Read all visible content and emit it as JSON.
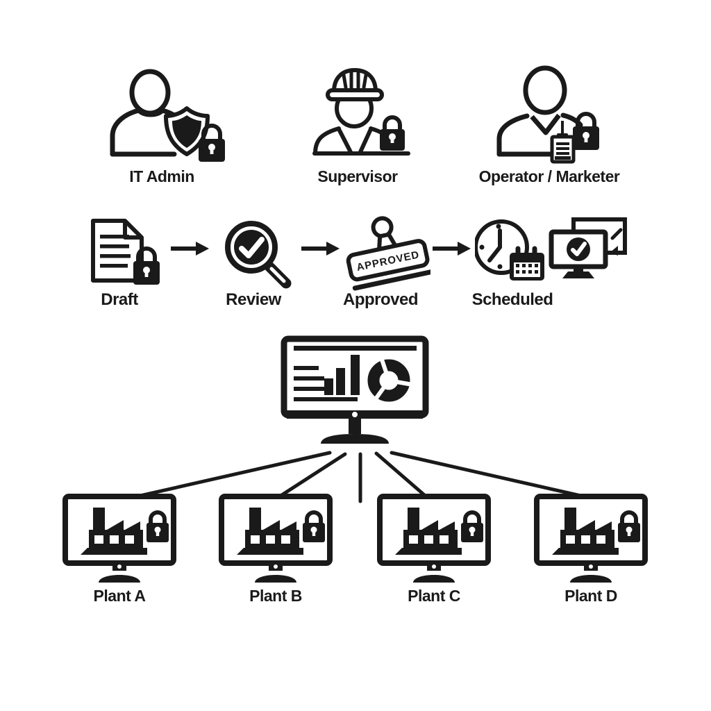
{
  "colors": {
    "ink": "#1a1a1a",
    "background": "#ffffff"
  },
  "roles": [
    {
      "label": "IT Admin",
      "icon": "user-shield-lock"
    },
    {
      "label": "Supervisor",
      "icon": "user-hardhat-lock"
    },
    {
      "label": "Operator / Marketer",
      "icon": "user-clipboard-lock"
    }
  ],
  "workflow": {
    "steps": [
      {
        "label": "Draft",
        "icon": "document-lock"
      },
      {
        "label": "Review",
        "icon": "magnifier-check"
      },
      {
        "label": "Approved",
        "icon": "approval-stamp",
        "stamp_text": "APPROVED"
      },
      {
        "label": "Scheduled",
        "icon": "clock-calendar"
      }
    ],
    "result_icon": "dual-monitor-check"
  },
  "hub": {
    "icon": "dashboard-monitor-chart"
  },
  "plants": [
    {
      "label": "Plant A"
    },
    {
      "label": "Plant B"
    },
    {
      "label": "Plant C"
    },
    {
      "label": "Plant D"
    }
  ]
}
